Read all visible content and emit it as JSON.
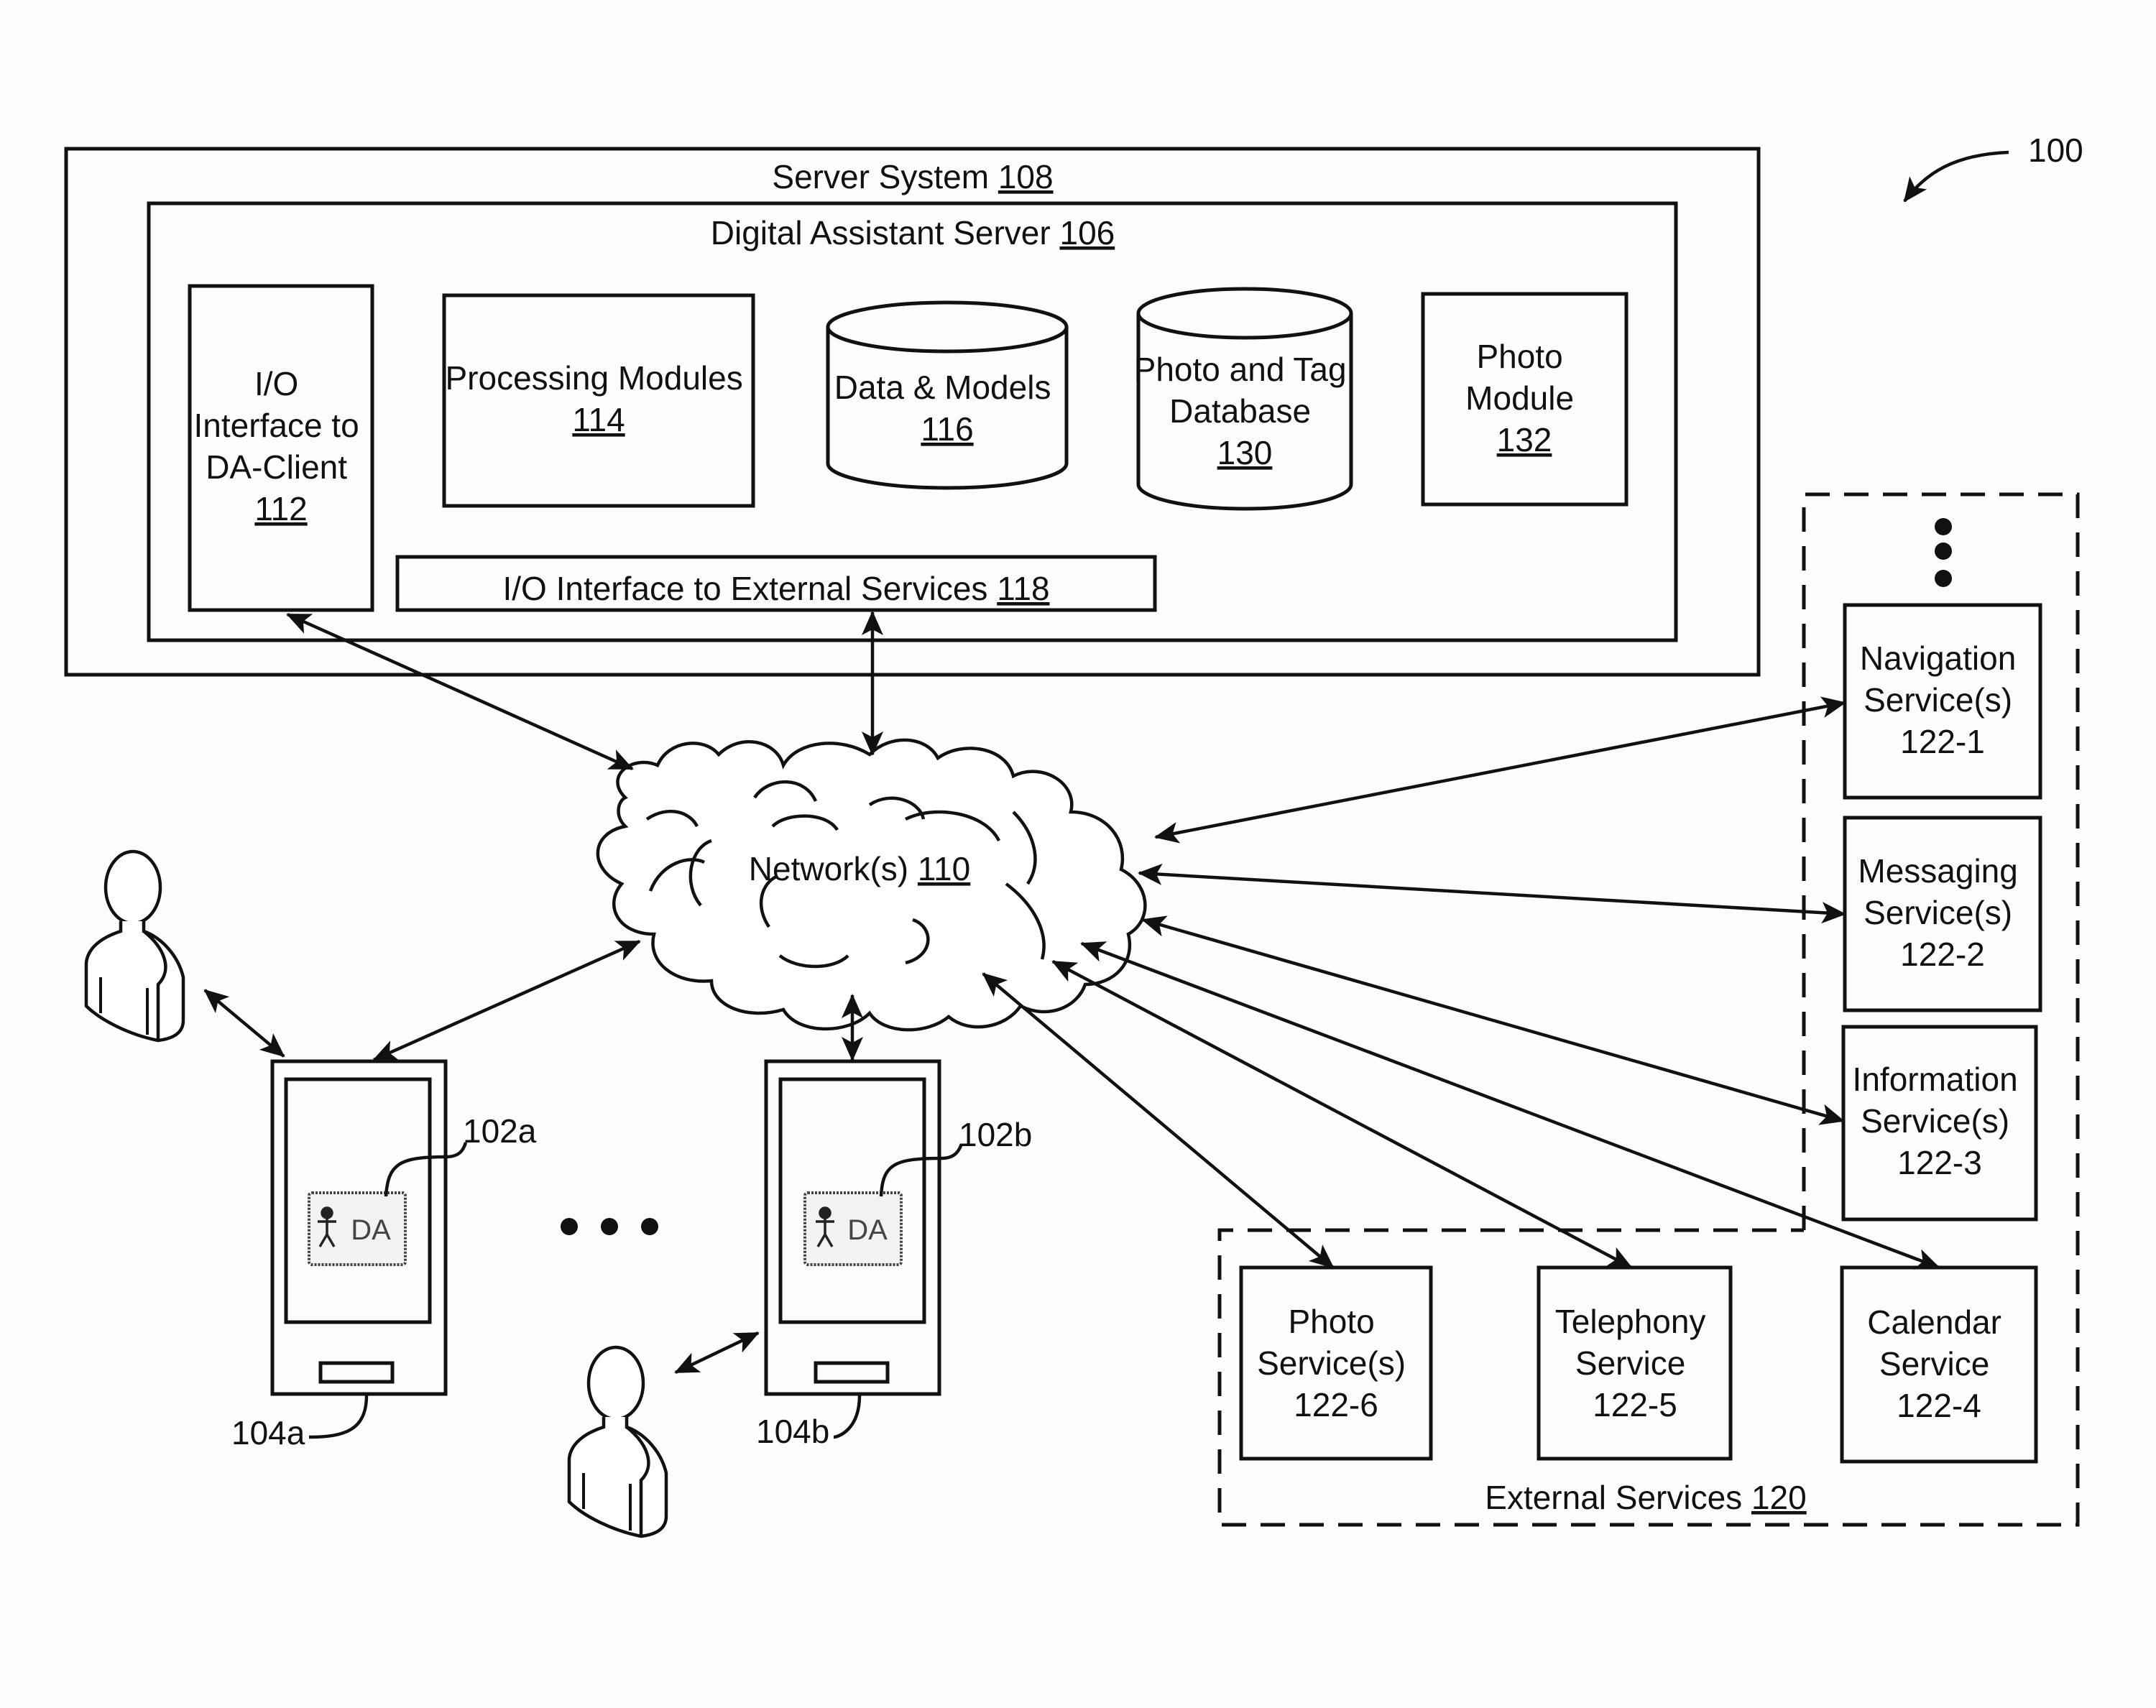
{
  "figure_ref": "100",
  "server_system": {
    "label": "Server System",
    "ref": "108"
  },
  "da_server": {
    "label": "Digital Assistant Server",
    "ref": "106"
  },
  "io_da_client": {
    "lines": [
      "I/O",
      "Interface to",
      "DA-Client"
    ],
    "ref": "112"
  },
  "processing_modules": {
    "lines": [
      "Processing Modules"
    ],
    "ref": "114"
  },
  "data_models": {
    "lines": [
      "Data & Models"
    ],
    "ref": "116"
  },
  "photo_tag_db": {
    "lines": [
      "Photo and Tag",
      "Database"
    ],
    "ref": "130"
  },
  "photo_module": {
    "lines": [
      "Photo",
      "Module"
    ],
    "ref": "132"
  },
  "io_external": {
    "label": "I/O Interface to External Services",
    "ref": "118"
  },
  "network": {
    "label": "Network(s)",
    "ref": "110"
  },
  "devices": [
    {
      "device_ref": "104a",
      "client_ref": "102a",
      "app_label": "DA"
    },
    {
      "device_ref": "104b",
      "client_ref": "102b",
      "app_label": "DA"
    }
  ],
  "external_services": {
    "label": "External Services",
    "ref": "120",
    "services": [
      {
        "lines": [
          "Navigation",
          "Service(s)",
          "122-1"
        ]
      },
      {
        "lines": [
          "Messaging",
          "Service(s)",
          "122-2"
        ]
      },
      {
        "lines": [
          "Information",
          "Service(s)",
          "122-3"
        ]
      },
      {
        "lines": [
          "Calendar",
          "Service",
          "122-4"
        ]
      },
      {
        "lines": [
          "Telephony",
          "Service",
          "122-5"
        ]
      },
      {
        "lines": [
          "Photo",
          "Service(s)",
          "122-6"
        ]
      }
    ]
  }
}
